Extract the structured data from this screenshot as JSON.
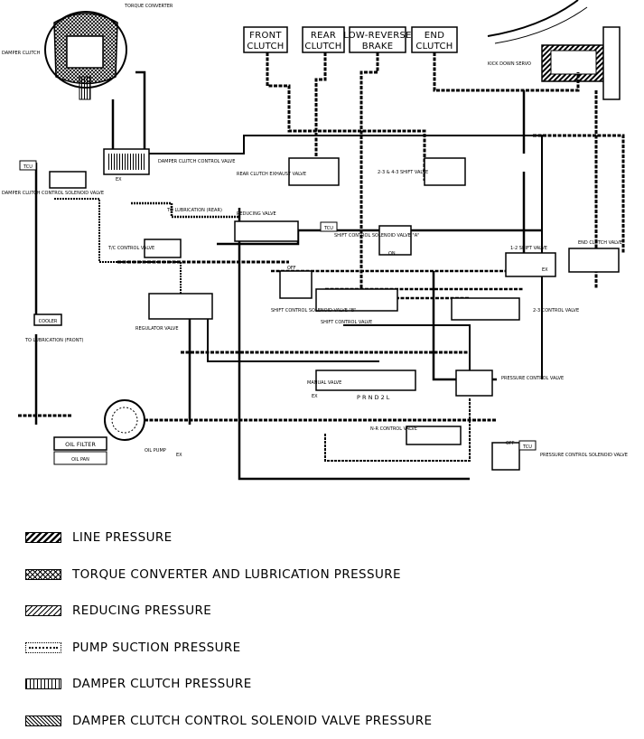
{
  "top_boxes": [
    {
      "id": "front",
      "line1": "FRONT",
      "line2": "CLUTCH"
    },
    {
      "id": "rear",
      "line1": "REAR",
      "line2": "CLUTCH"
    },
    {
      "id": "lowrev",
      "line1": "LOW-REVERSE",
      "line2": "BRAKE"
    },
    {
      "id": "end",
      "line1": "END",
      "line2": "CLUTCH"
    }
  ],
  "diagram_labels": {
    "torque_converter": "TORQUE CONVERTER",
    "damper_clutch": "DAMPER CLUTCH",
    "kickdown_servo": "KICK DOWN SERVO",
    "damper_clutch_control_valve": "DAMPER CLUTCH CONTROL VALVE",
    "damper_clutch_solenoid": "DAMPER CLUTCH CONTROL SOLENOID VALVE",
    "to_lubrication_front": "TO LUBRICATION (FRONT)",
    "to_lubrication_rear": "TO LUBRICATION (REAR)",
    "rear_clutch_exhaust": "REAR CLUTCH EXHAUST VALVE",
    "shift_234": "2-3 & 4-3 SHIFT VALVE",
    "reducing_valve": "REDUCING VALVE",
    "shift_solenoid_a": "SHIFT CONTROL SOLENOID VALVE \"A\"",
    "shift_solenoid_b": "SHIFT CONTROL SOLENOID VALVE \"B\"",
    "shift_control_valve": "SHIFT CONTROL VALVE",
    "tc_control_valve": "T/C CONTROL VALVE",
    "regulator_valve": "REGULATOR VALVE",
    "shift_12": "1-2 SHIFT VALVE",
    "end_clutch_valve": "END CLUTCH VALVE",
    "shift_23": "2-3 CONTROL VALVE",
    "manual_valve": "MANUAL VALVE",
    "manual_positions": "P R N D 2 L",
    "pressure_control_valve": "PRESSURE CONTROL VALVE",
    "n_r_control": "N-R CONTROL VALVE",
    "pressure_solenoid": "PRESSURE CONTROL SOLENOID VALVE",
    "oil_pump": "OIL PUMP",
    "oil_filter": "OIL FILTER",
    "oil_pan": "OIL PAN",
    "cooler": "COOLER",
    "tcu": "TCU",
    "off": "OFF",
    "on": "ON",
    "ex": "EX"
  },
  "legend": [
    {
      "pattern": "line",
      "label": "LINE PRESSURE"
    },
    {
      "pattern": "torque",
      "label": "TORQUE CONVERTER AND LUBRICATION PRESSURE"
    },
    {
      "pattern": "reducing",
      "label": "REDUCING PRESSURE"
    },
    {
      "pattern": "suction",
      "label": "PUMP SUCTION PRESSURE"
    },
    {
      "pattern": "damper",
      "label": "DAMPER CLUTCH PRESSURE"
    },
    {
      "pattern": "solenoid",
      "label": "DAMPER CLUTCH CONTROL SOLENOID VALVE PRESSURE"
    }
  ]
}
